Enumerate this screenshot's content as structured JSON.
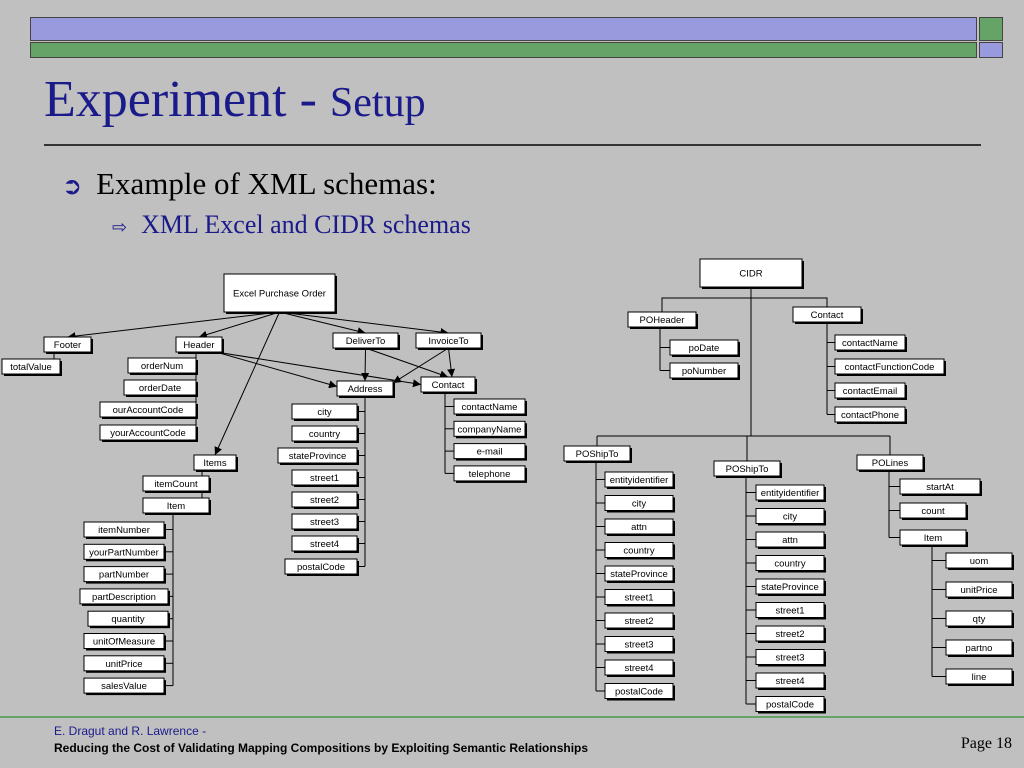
{
  "slide": {
    "title_main": "Experiment - ",
    "title_sub": "Setup",
    "bullet1": "Example of XML schemas:",
    "bullet2": "XML Excel and CIDR schemas",
    "bullet1_icon": "curved-arrow-icon",
    "bullet2_icon": "hollow-arrow-icon"
  },
  "footer": {
    "authors": "E. Dragut and R. Lawrence -",
    "paper_title": "Reducing the Cost of Validating Mapping Compositions by Exploiting Semantic Relationships",
    "page": "Page 18"
  },
  "colors": {
    "title": "#1a1a8a",
    "top_bar_blue": "#9999dd",
    "top_bar_green": "#66a366",
    "background": "#c0c0c0"
  },
  "excel_schema": {
    "root": "Excel Purchase Order",
    "children": [
      "Footer",
      "Header",
      "DeliverTo",
      "InvoiceTo",
      "Items"
    ],
    "footer_fields": [
      "totalValue"
    ],
    "header_fields": [
      "orderNum",
      "orderDate",
      "ourAccountCode",
      "yourAccountCode"
    ],
    "address": "Address",
    "address_fields": [
      "city",
      "country",
      "stateProvince",
      "street1",
      "street2",
      "street3",
      "street4",
      "postalCode"
    ],
    "contact": "Contact",
    "contact_fields": [
      "contactName",
      "companyName",
      "e-mail",
      "telephone"
    ],
    "items_fields": [
      "itemCount",
      "Item"
    ],
    "item_fields": [
      "itemNumber",
      "yourPartNumber",
      "partNumber",
      "partDescription",
      "quantity",
      "unitOfMeasure",
      "unitPrice",
      "salesValue"
    ]
  },
  "cidr_schema": {
    "root": "CIDR",
    "children": [
      "POHeader",
      "Contact",
      "POShipTo",
      "POShipTo",
      "POLines"
    ],
    "poheader_fields": [
      "poDate",
      "poNumber"
    ],
    "contact_fields": [
      "contactName",
      "contactFunctionCode",
      "contactEmail",
      "contactPhone"
    ],
    "poshipto1_fields": [
      "entityidentifier",
      "city",
      "attn",
      "country",
      "stateProvince",
      "street1",
      "street2",
      "street3",
      "street4",
      "postalCode"
    ],
    "poshipto2_fields": [
      "entityidentifier",
      "city",
      "attn",
      "country",
      "stateProvince",
      "street1",
      "street2",
      "street3",
      "street4",
      "postalCode"
    ],
    "polines_fields": [
      "startAt",
      "count",
      "Item"
    ],
    "item_fields": [
      "uom",
      "unitPrice",
      "qty",
      "partno",
      "line"
    ]
  }
}
